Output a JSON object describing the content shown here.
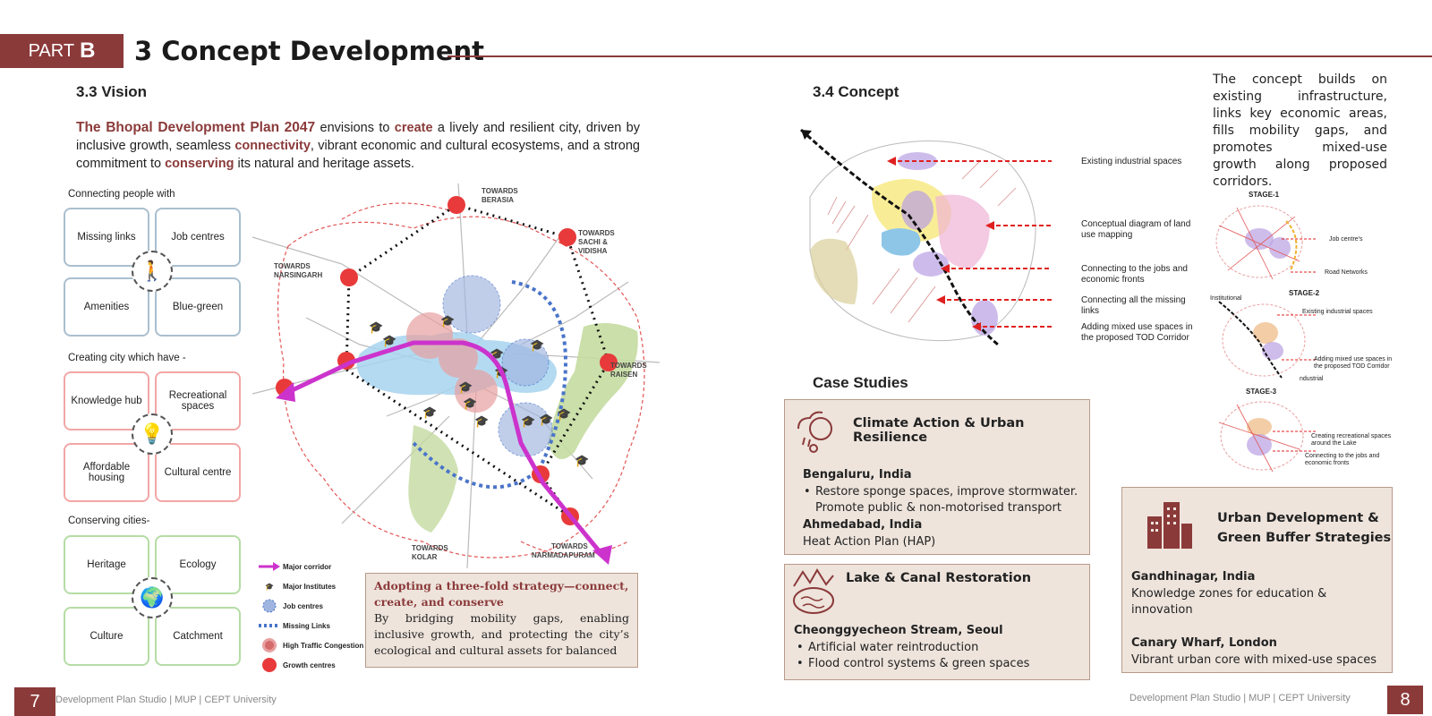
{
  "header": {
    "part_label": "PART",
    "part_letter": "B",
    "title": "3 Concept Development"
  },
  "vision": {
    "heading": "3.3 Vision",
    "lead": "The Bhopal Development Plan 2047",
    "t1": " envisions to ",
    "h1": "create",
    "t2": " a  lively and resilient city, driven by inclusive growth, seamless ",
    "h2": "connectivity",
    "t3": ", vibrant economic and cultural ecosystems, and a strong commitment to ",
    "h3": "conserving",
    "t4": " its natural and heritage assets."
  },
  "groups": {
    "connect": {
      "title": "Connecting people with",
      "items": [
        "Missing links",
        "Job centres",
        "Amenities",
        "Blue-green"
      ]
    },
    "create": {
      "title": "Creating city  which have -",
      "items": [
        "Knowledge hub",
        "Recreational spaces",
        "Affordable housing",
        "Cultural centre"
      ]
    },
    "conserve": {
      "title": "Conserving cities-",
      "items": [
        "Heritage",
        "Ecology",
        "Culture",
        "Catchment"
      ]
    }
  },
  "map_labels": {
    "berasia": [
      "TOWARDS",
      "BERASIA"
    ],
    "sachi": [
      "TOWARDS",
      "SACHI &",
      "VIDISHA"
    ],
    "narsingarh": [
      "TOWARDS",
      "NARSINGARH"
    ],
    "raisen": [
      "TOWARDS",
      "RAISEN"
    ],
    "kolar": [
      "TOWARDS",
      "KOLAR"
    ],
    "narmadapuram": [
      "TOWARDS",
      "NARMADAPURAM"
    ]
  },
  "legend": [
    {
      "label": "Major corridor",
      "icon": "arrow-icon"
    },
    {
      "label": "Major Institutes",
      "icon": "graduation-cap-icon"
    },
    {
      "label": "Job centres",
      "icon": "dotted-circle-icon"
    },
    {
      "label": "Missing Links",
      "icon": "dotted-line-icon"
    },
    {
      "label": "High Traffic Congestion",
      "icon": "congestion-circle-icon"
    },
    {
      "label": "Growth centres",
      "icon": "red-dot-icon"
    }
  ],
  "strategy": {
    "title": "Adopting a three-fold strategy—connect, create, and conserve",
    "body": "By bridging mobility gaps, enabling inclusive growth, and protecting the city’s ecological and cultural assets for balanced"
  },
  "concept": {
    "heading": "3.4 Concept",
    "note": "The concept builds on existing infrastructure, links key economic areas, fills mobility gaps, and promotes mixed-use growth along proposed corridors.",
    "callouts": [
      "Existing industrial spaces",
      "Conceptual diagram of land use mapping",
      "Connecting to the jobs and economic fronts",
      "Connecting all the missing links",
      "Adding mixed use spaces in the proposed TOD Corridor"
    ]
  },
  "stages": {
    "s1": "STAGE-1",
    "s1_notes": [
      "Job centre's",
      "Road Networks"
    ],
    "s2": "STAGE-2",
    "s2_notes": [
      "Institutional",
      "Existing industrial spaces",
      "Adding mixed use spaces in the proposed TOD Corridor",
      "ndustrial"
    ],
    "s3": "STAGE-3",
    "s3_notes": [
      "Creating recreational spaces around the Lake",
      "Connecting to the jobs and economic fronts"
    ]
  },
  "case_studies": {
    "heading": "Case Studies",
    "climate": {
      "title": "Climate Action & Urban Resilience",
      "city1": "Bengaluru, India",
      "bullet1": "Restore sponge spaces, improve stormwater. Promote public & non-motorised transport",
      "city2": "Ahmedabad, India",
      "text2": "Heat Action Plan (HAP)"
    },
    "lake": {
      "title": "Lake & Canal Restoration",
      "city": "Cheonggyecheon Stream, Seoul",
      "bullets": [
        "Artificial water reintroduction",
        "Flood control systems & green spaces"
      ]
    },
    "urban": {
      "title1": "Urban Development &",
      "title2": "Green Buffer Strategies",
      "city1": "Gandhinagar, India",
      "text1": "Knowledge zones for education & innovation",
      "city2": "Canary Wharf, London",
      "text2": "Vibrant urban core with mixed-use spaces"
    }
  },
  "footer": {
    "left_num": "7",
    "left_text": "Development Plan Studio | MUP | CEPT University",
    "right_text": "Development Plan Studio | MUP | CEPT University",
    "right_num": "8"
  },
  "colors": {
    "maroon": "#8b3a3a",
    "panel": "#eee4dc",
    "corridor": "#cc33cc"
  }
}
